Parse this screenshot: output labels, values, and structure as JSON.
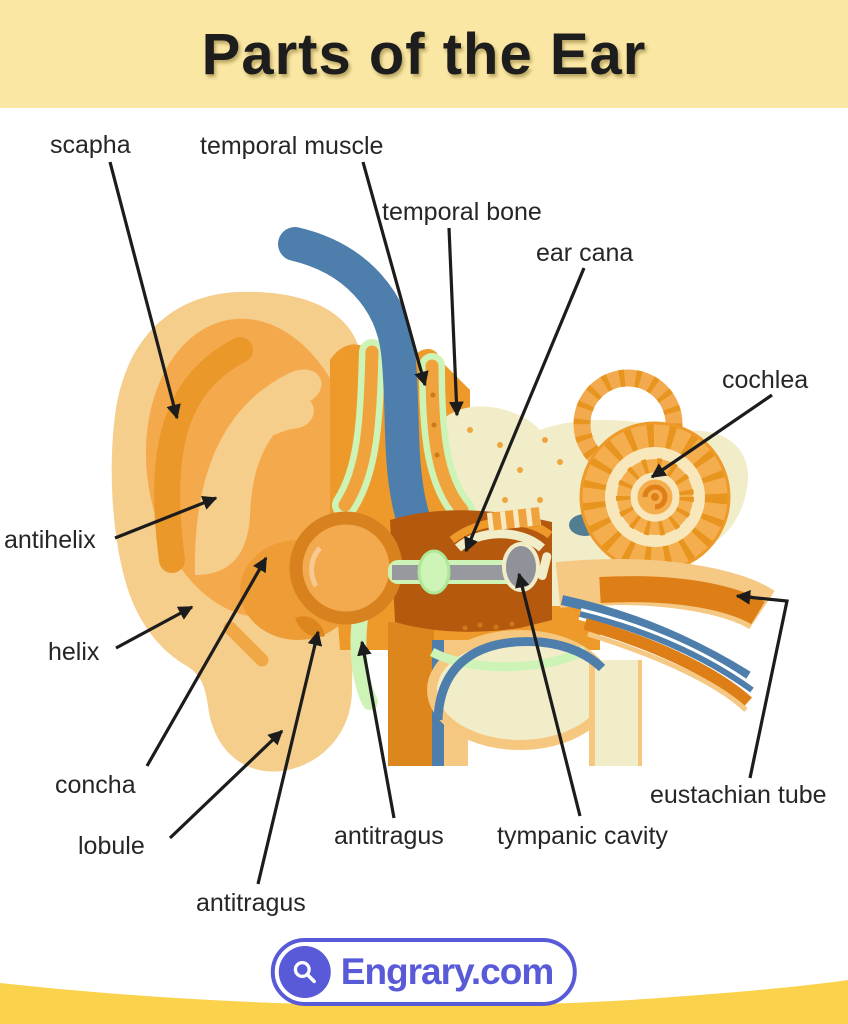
{
  "header": {
    "title": "Parts of the Ear"
  },
  "labels": {
    "scapha": "scapha",
    "temporal_muscle": "temporal muscle",
    "temporal_bone": "temporal bone",
    "ear_canal": "ear cana",
    "cochlea": "cochlea",
    "antihelix": "antihelix",
    "helix": "helix",
    "concha": "concha",
    "lobule": "lobule",
    "antitragus_bottom": "antitragus",
    "antitragus_right": "antitragus",
    "tympanic_cavity": "tympanic cavity",
    "eustachian_tube": "eustachian tube"
  },
  "footer": {
    "brand": "Engrary.com",
    "icon": "search-icon"
  },
  "colors": {
    "banner_yellow": "#fae7a3",
    "wave_yellow": "#fbd24b",
    "brand_purple": "#585ad8",
    "leader_line": "#1c1c1c",
    "skin_tan": "#f6ce8c",
    "tissue_orange": "#ee9a2b",
    "deep_orange": "#dd861e",
    "muscle_blue": "#4e7eac",
    "bone_cream": "#f1edc9",
    "cartilage_green": "#cdf3b6",
    "canal_rust": "#b5590f"
  }
}
